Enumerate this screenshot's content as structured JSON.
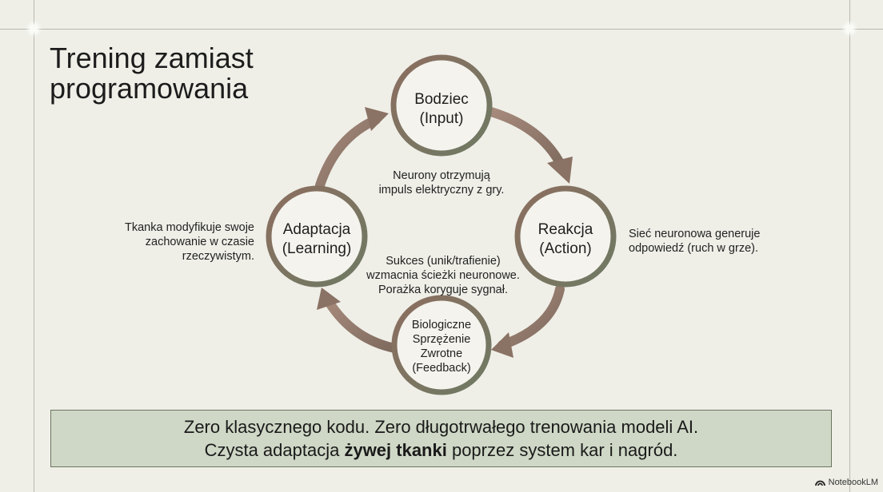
{
  "title": [
    "Trening zamiast",
    "programowania"
  ],
  "nodes": {
    "top": [
      "Bodziec",
      "(Input)"
    ],
    "right": [
      "Reakcja",
      "(Action)"
    ],
    "bottom": [
      "Biologiczne",
      "Sprzężenie",
      "Zwrotne",
      "(Feedback)"
    ],
    "left": [
      "Adaptacja",
      "(Learning)"
    ]
  },
  "inner_notes": {
    "top": [
      "Neurony otrzymują",
      "impuls elektryczny z gry."
    ],
    "bottom": [
      "Sukces (unik/trafienie)",
      "wzmacnia ścieżki neuronowe.",
      "Porażka koryguje sygnał."
    ]
  },
  "side_notes": {
    "left": [
      "Tkanka modyfikuje swoje",
      "zachowanie w czasie",
      "rzeczywistym."
    ],
    "right": [
      "Sieć neuronowa generuje",
      "odpowiedź (ruch w grze)."
    ]
  },
  "banner": {
    "line1": "Zero klasycznego kodu. Zero długotrwałego trenowania modeli AI.",
    "line2_before": "Czysta adaptacja ",
    "line2_bold": "żywej tkanki",
    "line2_after": " poprzez system kar i nagród."
  },
  "brand": "NotebookLM",
  "colors": {
    "ring_brown": "#8a6b5b",
    "ring_green": "#6e7a62",
    "arrow": "#9a7f70",
    "banner_bg": "#cfd8c6"
  }
}
